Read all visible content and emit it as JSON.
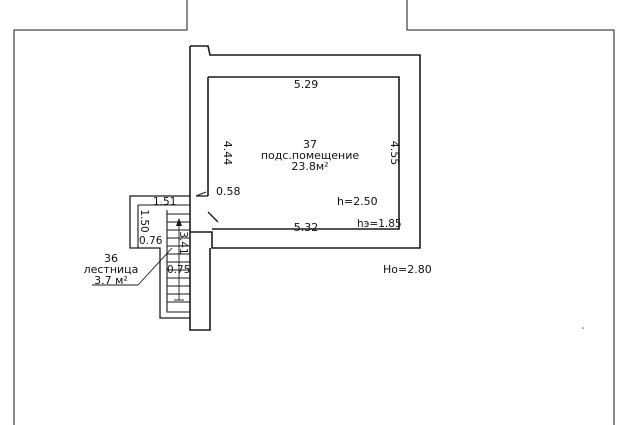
{
  "room37": {
    "number": "37",
    "name": "подс.помещение",
    "area": "23.8м²",
    "dim_top": "5.29",
    "dim_bottom": "5.32",
    "dim_left": "4.44",
    "dim_right": "4.55",
    "ceiling": "h=2.50",
    "floor_level": "hэ=1.85"
  },
  "room36": {
    "number": "36",
    "name": "лестница",
    "area": "3.7 м²",
    "dim_width": "1.51",
    "dim_height": "1.50",
    "dim_lower": "0.76",
    "dim_run": "3.41",
    "dim_landing": "0.75"
  },
  "door_width": "0.58",
  "total_height": "Ho=2.80"
}
